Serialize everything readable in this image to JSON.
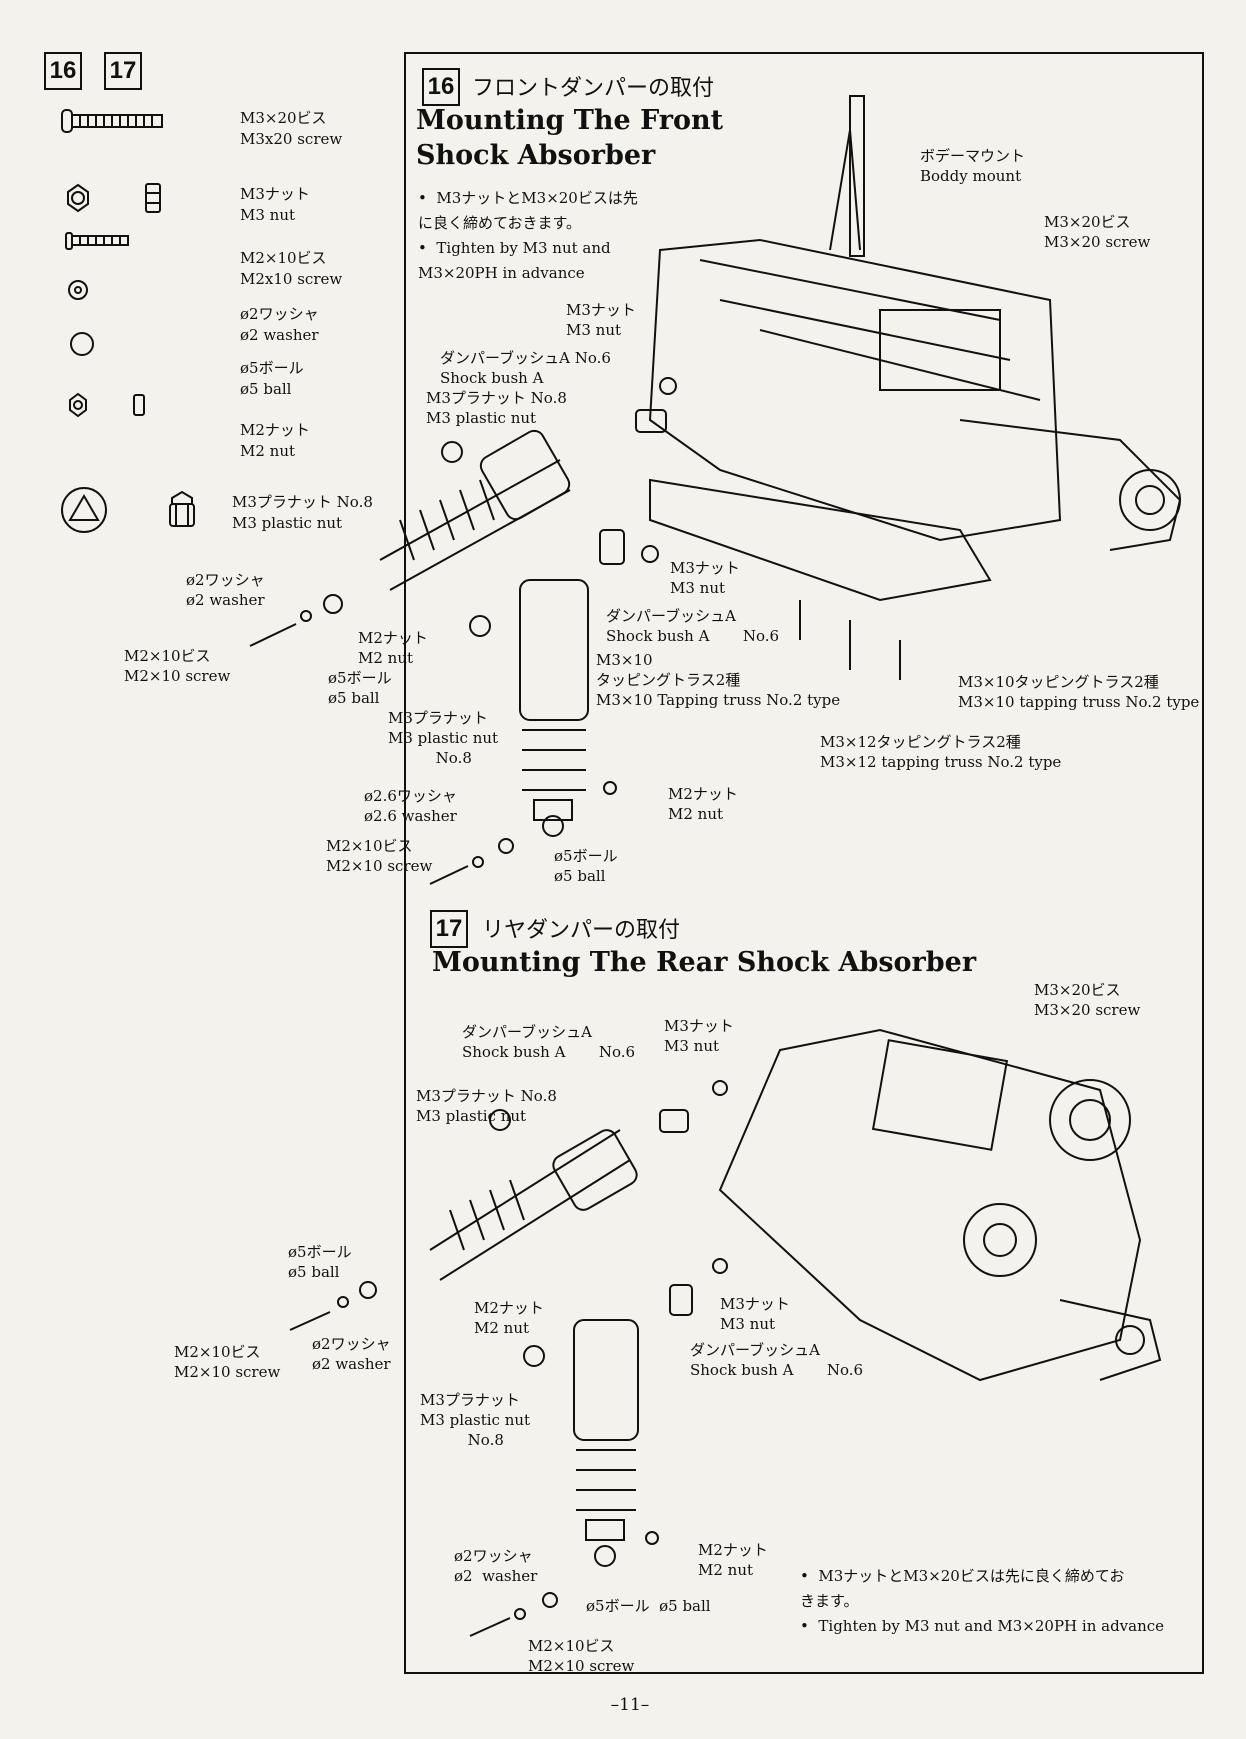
{
  "step_numbers": {
    "left_a": "16",
    "left_b": "17"
  },
  "parts_legend": [
    {
      "icon": "screw-m3x20-icon",
      "ja": "M3×20ビス",
      "en": "M3x20 screw"
    },
    {
      "icon": "nut-m3-icon",
      "ja": "M3ナット",
      "en": "M3 nut"
    },
    {
      "icon": "screw-m2x10-icon",
      "ja": "M2×10ビス",
      "en": "M2x10 screw"
    },
    {
      "icon": "washer-2-icon",
      "ja": "ø2ワッシャ",
      "en": "ø2 washer"
    },
    {
      "icon": "ball-5-icon",
      "ja": "ø5ボール",
      "en": "ø5 ball"
    },
    {
      "icon": "nut-m2-icon",
      "ja": "M2ナット",
      "en": "M2 nut"
    },
    {
      "icon": "plastic-nut-m3-icon",
      "ja": "M3プラナット No.8",
      "en": "M3 plastic nut"
    }
  ],
  "step16": {
    "number": "16",
    "title_ja": "フロントダンパーの取付",
    "title_en_line1": "Mounting The Front",
    "title_en_line2": "Shock Absorber",
    "note_ja": "M3ナットとM3×20ビスは先\nに良く締めておきます。",
    "note_en": "Tighten by M3 nut and\nM3×20PH in advance",
    "labels": {
      "body_mount": "ボデーマウント\nBoddy mount",
      "m3x20": "M3×20ビス\nM3×20 screw",
      "m3nut_top": "M3ナット\nM3 nut",
      "shock_bush_top": "ダンパーブッシュA No.6\nShock bush A",
      "plastic_nut_top": "M3プラナット No.8\nM3 plastic nut",
      "washer2": "ø2ワッシャ\nø2 washer",
      "m2x10": "M2×10ビス\nM2×10 screw",
      "m2nut": "M2ナット\nM2 nut",
      "ball5": "ø5ボール\nø5 ball",
      "plastic_nut_mid": "M3プラナット\nM3 plastic nut\n          No.8",
      "m3nut_mid": "M3ナット\nM3 nut",
      "shock_bush_mid": "ダンパーブッシュA\nShock bush A       No.6",
      "tapping_left": "M3×10\nタッピングトラス2種\nM3×10 Tapping truss No.2 type",
      "tapping_right": "M3×10タッピングトラス2種\nM3×10 tapping truss No.2 type",
      "tapping_12": "M3×12タッピングトラス2種\nM3×12 tapping truss No.2 type",
      "m2nut_low": "M2ナット\nM2 nut",
      "washer26": "ø2.6ワッシャ\nø2.6 washer",
      "m2x10_low": "M2×10ビス\nM2×10 screw",
      "ball5_low": "ø5ボール\nø5 ball"
    }
  },
  "step17": {
    "number": "17",
    "title_ja": "リヤダンパーの取付",
    "title_en": "Mounting The Rear Shock Absorber",
    "note_ja": "M3ナットとM3×20ビスは先に良く締めてお\nきます。",
    "note_en": "Tighten by M3 nut and M3×20PH in advance",
    "labels": {
      "m3x20": "M3×20ビス\nM3×20 screw",
      "shock_bush_top": "ダンパーブッシュA\nShock bush A       No.6",
      "m3nut_top": "M3ナット\nM3 nut",
      "plastic_nut_top": "M3プラナット No.8\nM3 plastic nut",
      "ball5": "ø5ボール\nø5 ball",
      "m2nut": "M2ナット\nM2 nut",
      "m3nut_mid": "M3ナット\nM3 nut",
      "shock_bush_mid": "ダンパーブッシュA\nShock bush A       No.6",
      "m2x10": "M2×10ビス\nM2×10 screw",
      "washer2": "ø2ワッシャ\nø2 washer",
      "plastic_nut_mid": "M3プラナット\nM3 plastic nut\n          No.8",
      "m2nut_low": "M2ナット\nM2 nut",
      "washer2_low": "ø2ワッシャ\nø2  washer",
      "ball5_low": "ø5ボール  ø5 ball",
      "m2x10_low": "M2×10ビス\nM2×10 screw"
    }
  },
  "page_number": "–11–"
}
